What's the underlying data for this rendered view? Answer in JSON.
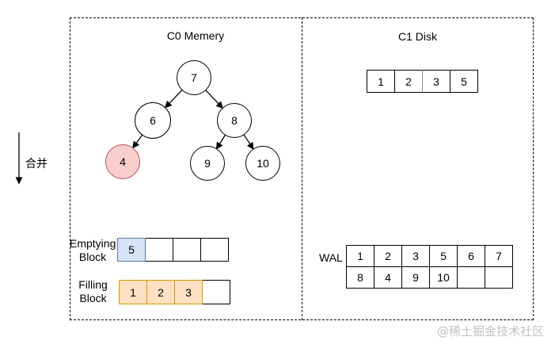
{
  "merge": {
    "label": "合并"
  },
  "c0": {
    "title": "C0 Memery",
    "tree": {
      "nodes": [
        {
          "value": "7"
        },
        {
          "value": "6"
        },
        {
          "value": "8"
        },
        {
          "value": "4",
          "highlight": true
        },
        {
          "value": "9"
        },
        {
          "value": "10"
        }
      ],
      "edges": [
        "7-6",
        "7-8",
        "6-4",
        "8-9",
        "8-10"
      ]
    },
    "emptying_block": {
      "label": "Emptying\nBlock",
      "cells": [
        "5",
        "",
        "",
        ""
      ]
    },
    "filling_block": {
      "label": "Filling\nBlock",
      "cells": [
        "1",
        "2",
        "3",
        ""
      ]
    }
  },
  "c1": {
    "title": "C1 Disk",
    "sorted_run": {
      "cells": [
        "1",
        "2",
        "3",
        "5"
      ]
    },
    "wal": {
      "label": "WAL",
      "rows": [
        [
          "1",
          "2",
          "3",
          "5",
          "6",
          "7"
        ],
        [
          "8",
          "4",
          "9",
          "10",
          "",
          ""
        ]
      ]
    }
  },
  "watermark": "@稀土掘金技术社区",
  "colors": {
    "highlight_node_fill": "#f8cecc",
    "highlight_node_border": "#b85450",
    "emptying_cell_fill": "#d6e4f7",
    "emptying_cell_border": "#5b7aa5",
    "filling_cell_fill": "#fce0c2",
    "filling_cell_border": "#d79b00",
    "watermark_color": "#c2c2c2"
  }
}
